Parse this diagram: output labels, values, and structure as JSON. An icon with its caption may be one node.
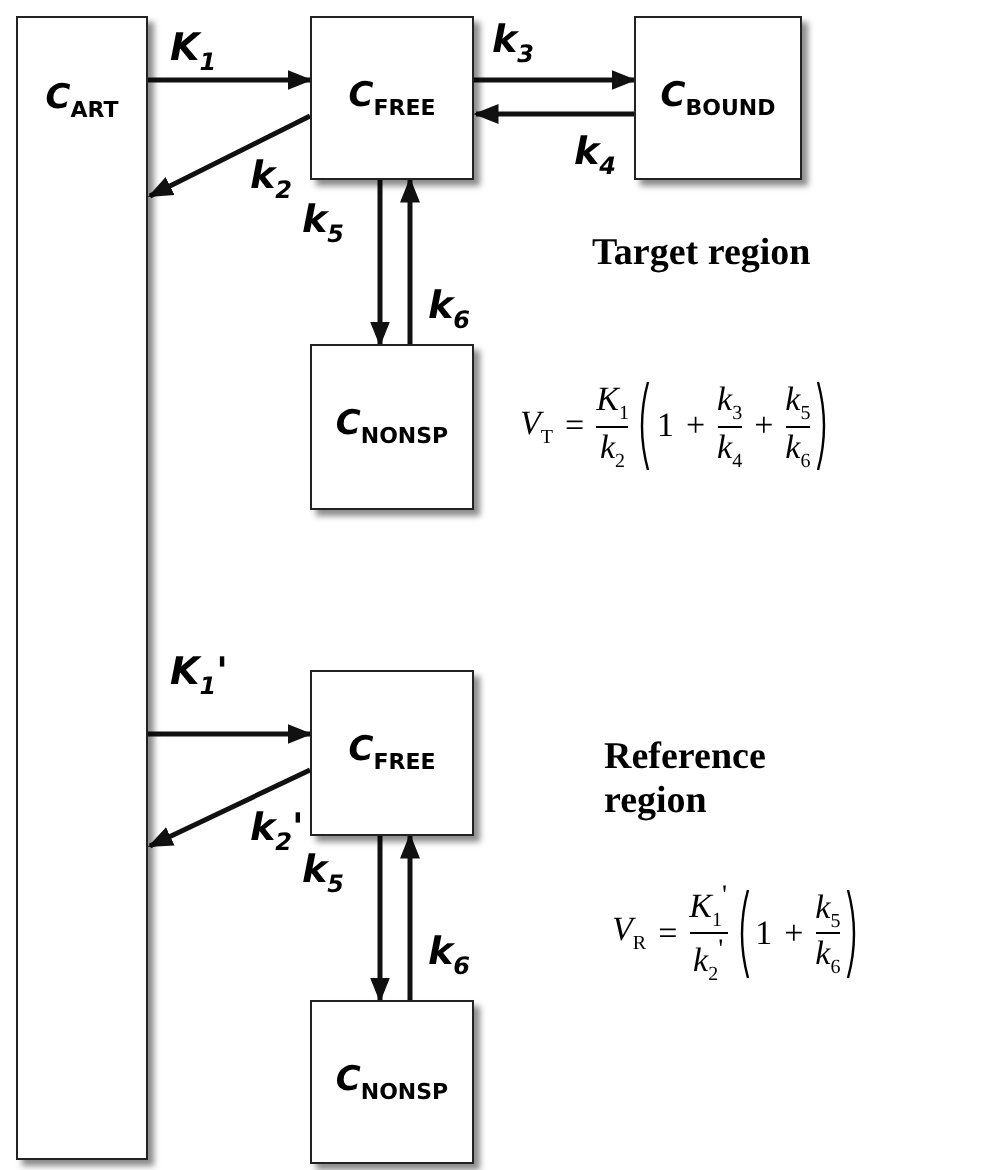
{
  "diagram": {
    "nodes": [
      {
        "text": [
          "*C*$_{ART}$"
        ]
      },
      {
        "text": [
          "*C*$_{FREE}$"
        ]
      },
      {
        "text": [
          "*C*$_{BOUND}$"
        ]
      },
      {
        "text": [
          "*C*$_{NONSP}$"
        ]
      },
      {
        "text": [
          "*C*$_{FREE}$"
        ]
      },
      {
        "text": [
          "*C*$_{NONSP}$"
        ]
      }
    ],
    "edges": [
      {
        "from": 0,
        "to": 1,
        "arrow": "to",
        "label": "K$_{1}$"
      },
      {
        "from": 1,
        "to": 0,
        "arrow": "to",
        "label": "k$_{2}$"
      },
      {
        "from": 1,
        "to": 2,
        "arrow": "to",
        "label": "k$_{3}$"
      },
      {
        "from": 2,
        "to": 1,
        "arrow": "to",
        "label": "k$_{4}$"
      },
      {
        "from": 1,
        "to": 3,
        "arrow": "to",
        "label": "k$_{5}$"
      },
      {
        "from": 3,
        "to": 1,
        "arrow": "to",
        "label": "k$_{6}$"
      },
      {
        "from": 0,
        "to": 4,
        "arrow": "to",
        "label": "K$_{1}$'"
      },
      {
        "from": 4,
        "to": 0,
        "arrow": "to",
        "label": "k$_{2}$'"
      },
      {
        "from": 4,
        "to": 5,
        "arrow": "to",
        "label": "k$_{5}$"
      },
      {
        "from": 5,
        "to": 4,
        "arrow": "to",
        "label": "k$_{6}$"
      }
    ],
    "labels": [
      "Target region",
      "*V*$_{T}$",
      "=",
      "*K*$_{1}$",
      "*k*$_{2}$",
      "1",
      "+",
      "*k*$_{3}$",
      "*k*$_{4}$",
      "+",
      "*k*$_{5}$",
      "*k*$_{6}$",
      "Reference region",
      "*V*$_{R}$",
      "=",
      "*K*$_{1}$$^{'}$",
      "*k*$_{2}$$^{'}$",
      "1",
      "+",
      "*k*$_{5}$",
      "*k*$_{6}$"
    ]
  }
}
